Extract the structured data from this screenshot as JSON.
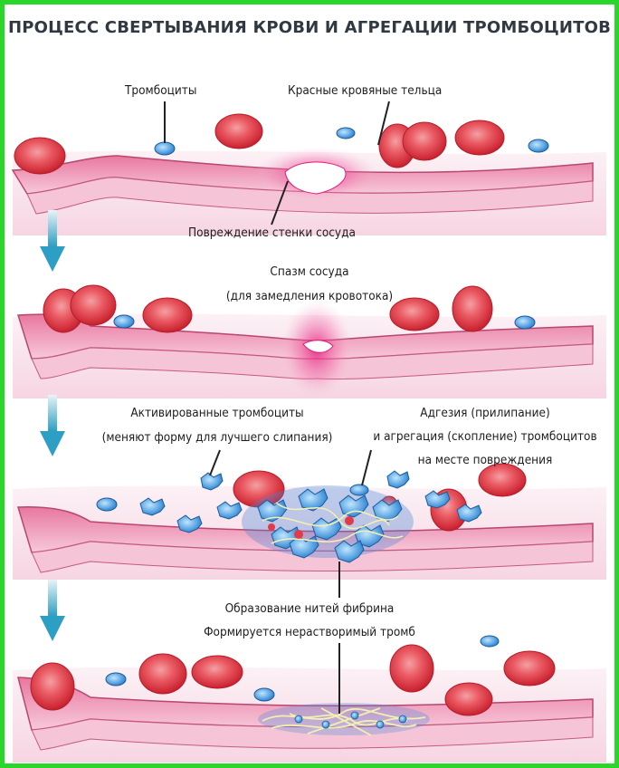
{
  "title": "ПРОЦЕСС СВЕРТЫВАНИЯ КРОВИ И АГРЕГАЦИИ ТРОМБОЦИТОВ",
  "colors": {
    "frame": "#2bd62b",
    "arrow": "#3aa8c8",
    "vessel_wall": "#e27ca6",
    "vessel_inner": "#f8d6e4",
    "red_cell": "#e23a48",
    "platelet": "#3b8fd8",
    "fibrin": "#f2efb4"
  },
  "stages": [
    {
      "labels": {
        "platelets": "Тромбоциты",
        "red_cells": "Красные кровяные тельца",
        "wall_damage": "Повреждение стенки сосуда"
      }
    },
    {
      "labels": {
        "spasm_line1": "Спазм сосуда",
        "spasm_line2": "(для замедления кровотока)"
      }
    },
    {
      "labels": {
        "activated_line1": "Активированные тромбоциты",
        "activated_line2": "(меняют форму для лучшего слипания)",
        "adhesion_line1": "Адгезия (прилипание)",
        "adhesion_line2": "и агрегация (скопление) тромбоцитов",
        "adhesion_line3": "на месте повреждения"
      }
    },
    {
      "labels": {
        "fibrin_line1": "Образование нитей фибрина",
        "fibrin_line2": "Формируется нерастворимый тромб"
      }
    }
  ]
}
